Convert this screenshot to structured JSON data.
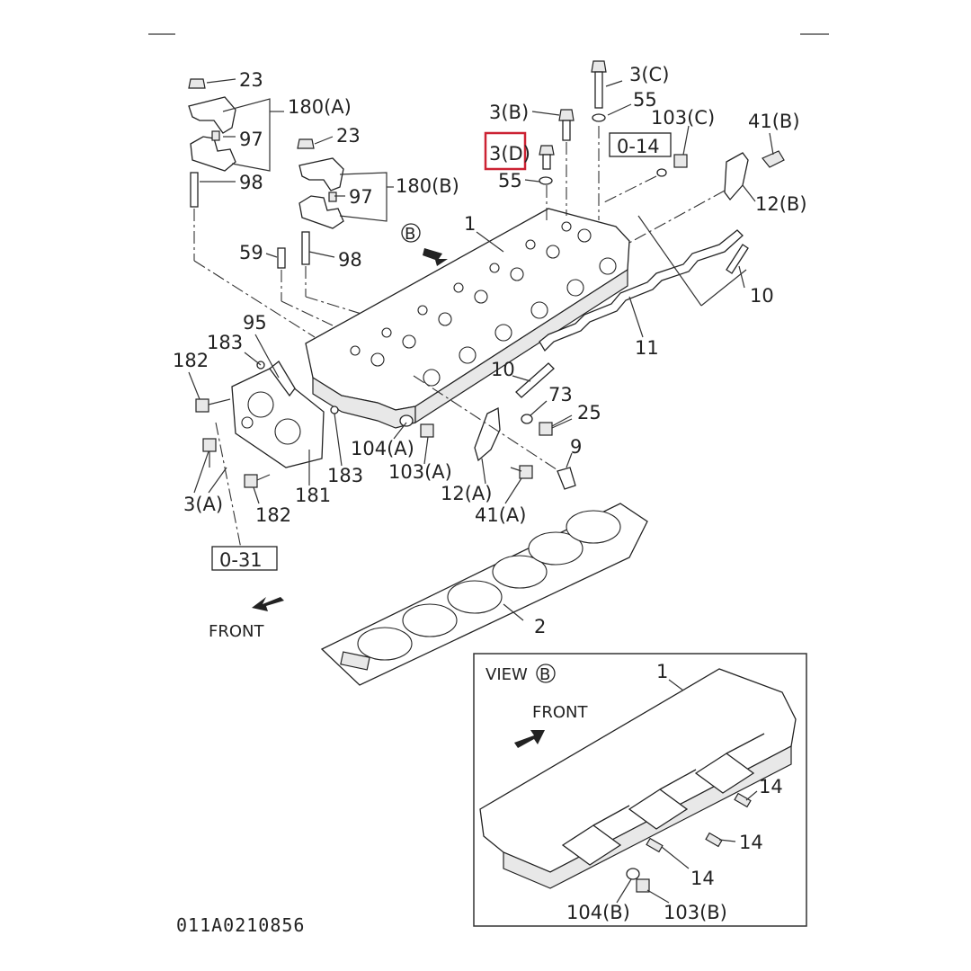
{
  "diagram": {
    "part_code": "011A0210856",
    "front_label": "FRONT",
    "view_label": "VIEW",
    "view_marker": "B",
    "ref_boxes": [
      "0-14",
      "0-31"
    ],
    "highlight_color": "#cc2233",
    "callouts": [
      {
        "id": "c23a",
        "text": "23"
      },
      {
        "id": "c180a",
        "text": "180(A)"
      },
      {
        "id": "c97a",
        "text": "97"
      },
      {
        "id": "c98a",
        "text": "98"
      },
      {
        "id": "c23b",
        "text": "23"
      },
      {
        "id": "c97b",
        "text": "97"
      },
      {
        "id": "c180b",
        "text": "180(B)"
      },
      {
        "id": "c98b",
        "text": "98"
      },
      {
        "id": "c59",
        "text": "59"
      },
      {
        "id": "c95",
        "text": "95"
      },
      {
        "id": "c183a",
        "text": "183"
      },
      {
        "id": "c182a",
        "text": "182"
      },
      {
        "id": "c3a",
        "text": "3(A)"
      },
      {
        "id": "c182b",
        "text": "182"
      },
      {
        "id": "c181",
        "text": "181"
      },
      {
        "id": "c183b",
        "text": "183"
      },
      {
        "id": "c104a",
        "text": "104(A)"
      },
      {
        "id": "c103a",
        "text": "103(A)"
      },
      {
        "id": "c12a",
        "text": "12(A)"
      },
      {
        "id": "c41a",
        "text": "41(A)"
      },
      {
        "id": "c9",
        "text": "9"
      },
      {
        "id": "c25",
        "text": "25"
      },
      {
        "id": "c73",
        "text": "73"
      },
      {
        "id": "c10a",
        "text": "10"
      },
      {
        "id": "c11",
        "text": "11"
      },
      {
        "id": "c10b",
        "text": "10"
      },
      {
        "id": "c12b",
        "text": "12(B)"
      },
      {
        "id": "c41b",
        "text": "41(B)"
      },
      {
        "id": "c103c",
        "text": "103(C)"
      },
      {
        "id": "c55a",
        "text": "55"
      },
      {
        "id": "c3c",
        "text": "3(C)"
      },
      {
        "id": "c3b",
        "text": "3(B)"
      },
      {
        "id": "c3d",
        "text": "3(D)"
      },
      {
        "id": "c55b",
        "text": "55"
      },
      {
        "id": "c1",
        "text": "1"
      },
      {
        "id": "c2",
        "text": "2"
      },
      {
        "id": "cv1",
        "text": "1"
      },
      {
        "id": "cv14a",
        "text": "14"
      },
      {
        "id": "cv14b",
        "text": "14"
      },
      {
        "id": "cv14c",
        "text": "14"
      },
      {
        "id": "cv104b",
        "text": "104(B)"
      },
      {
        "id": "cv103b",
        "text": "103(B)"
      }
    ]
  }
}
